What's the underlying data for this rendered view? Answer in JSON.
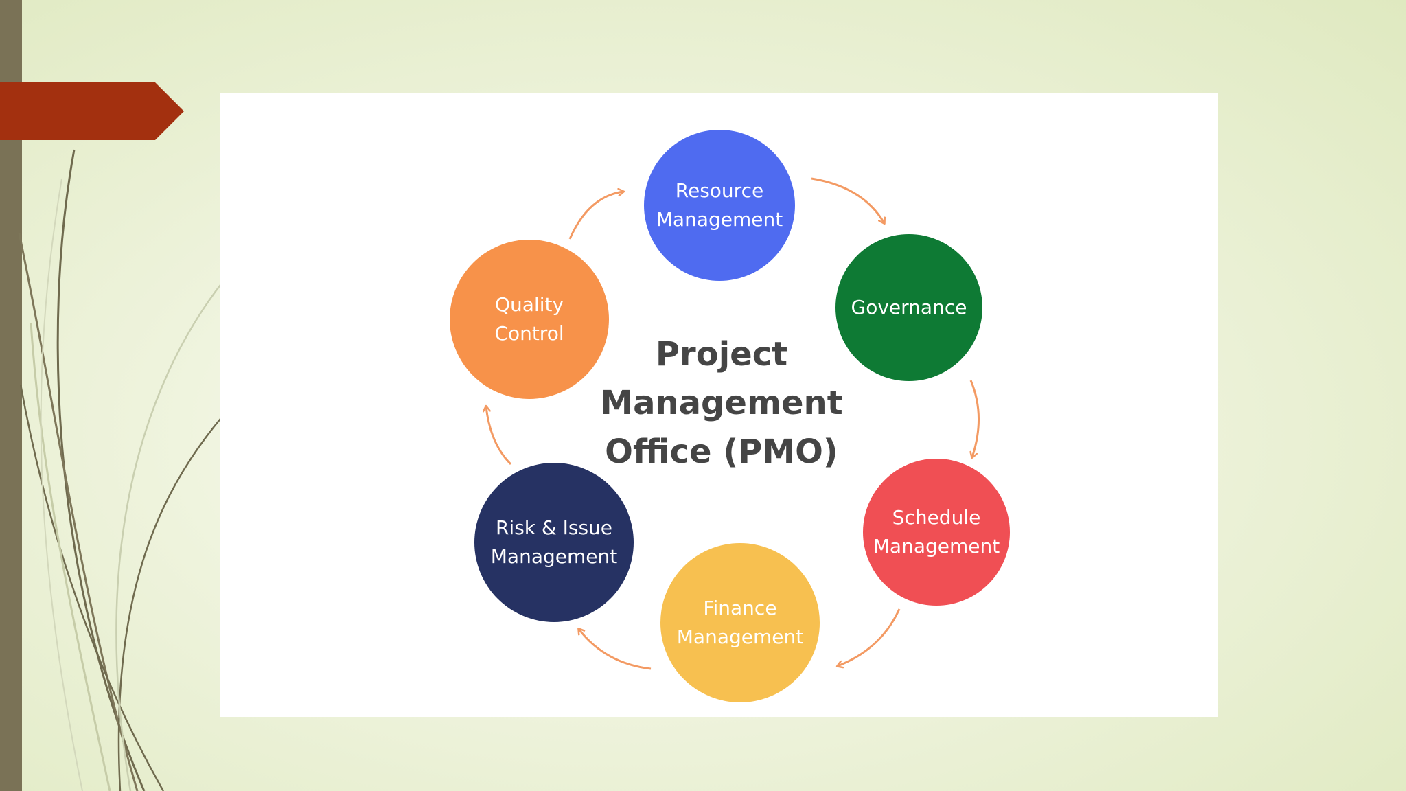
{
  "slide": {
    "accent_color": "#a3300f",
    "left_bar_color": "#7a7256"
  },
  "diagram": {
    "center_title": [
      "Project",
      "Management",
      "Office (PMO)"
    ],
    "arrow_color": "#f39a63",
    "nodes": [
      {
        "id": "resource",
        "lines": [
          "Resource",
          "Management"
        ],
        "color": "#4f6bf0"
      },
      {
        "id": "governance",
        "lines": [
          "Governance"
        ],
        "color": "#0e7a34"
      },
      {
        "id": "schedule",
        "lines": [
          "Schedule",
          "Management"
        ],
        "color": "#f04f54"
      },
      {
        "id": "finance",
        "lines": [
          "Finance",
          "Management"
        ],
        "color": "#f7c050"
      },
      {
        "id": "risk",
        "lines": [
          "Risk & Issue",
          "Management"
        ],
        "color": "#263263"
      },
      {
        "id": "quality",
        "lines": [
          "Quality",
          "Control"
        ],
        "color": "#f7924a"
      }
    ]
  }
}
